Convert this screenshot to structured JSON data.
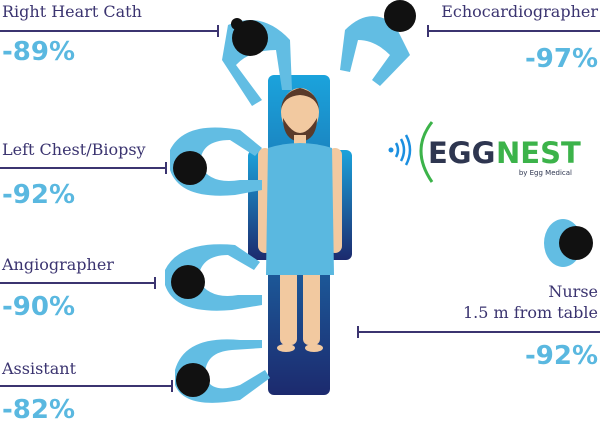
{
  "positions": [
    {
      "label": "Right Heart Cath",
      "reduction": "-89%"
    },
    {
      "label": "Left Chest/Biopsy",
      "reduction": "-92%"
    },
    {
      "label": "Angiographer",
      "reduction": "-90%"
    },
    {
      "label": "Assistant",
      "reduction": "-82%"
    },
    {
      "label": "Echocardiographer",
      "reduction": "-97%"
    },
    {
      "label": "Nurse",
      "sublabel": "1.5 m from table",
      "reduction": "-92%"
    }
  ],
  "logo": {
    "name_dark": "EGG",
    "name_green": "NEST",
    "tagline": "by Egg Medical"
  },
  "colors": {
    "label": "#3b3470",
    "percent": "#5ab8e0",
    "staff": "#62bde3",
    "table_top": "#1ba3dc",
    "table_bottom": "#1c2a6e",
    "logo_green": "#3cb34a",
    "logo_dark": "#2e3650"
  }
}
